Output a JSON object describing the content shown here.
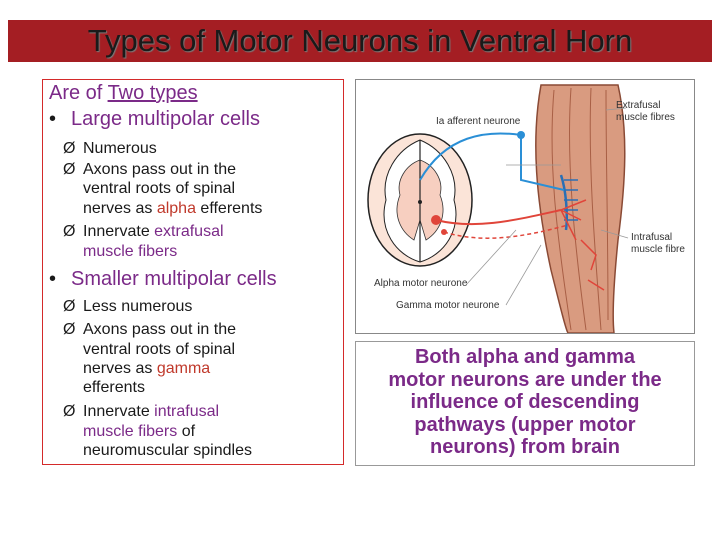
{
  "title": "Types of Motor Neurons in Ventral Horn",
  "left": {
    "intro_prefix": "Are of ",
    "intro_emph": "Two types",
    "b1_kw": "Large",
    "b1_rest": " multipolar cells",
    "b1_sub": {
      "numerous": "Numerous",
      "axons_l1": "Axons pass out in the",
      "axons_l2": "ventral roots of spinal",
      "axons_l3a": "nerves as ",
      "axons_l3b": "alpha",
      "axons_l3c": " efferents",
      "inn_a": "Innervate ",
      "inn_b": "extrafusal",
      "inn_c": "muscle fibers"
    },
    "b2_kw": "Smaller",
    "b2_rest": " multipolar cells",
    "b2_sub": {
      "less": "Less numerous",
      "axons_l1": "Axons pass out in the",
      "axons_l2": "ventral roots of spinal",
      "axons_l3a": "nerves as ",
      "axons_l3b": "gamma",
      "axons_l4": "efferents",
      "inn_a": "Innervate ",
      "inn_b": "intrafusal",
      "inn_c1": "muscle fibers",
      "inn_c2": " of",
      "inn_d": "neuromuscular spindles"
    }
  },
  "figure": {
    "label_afferent": "Ia afferent neurone",
    "label_extrafusal_1": "Extrafusal",
    "label_extrafusal_2": "muscle fibres",
    "label_intrafusal_1": "Intrafusal",
    "label_intrafusal_2": "muscle fibre",
    "label_alpha": "Alpha motor neurone",
    "label_gamma": "Gamma motor neurone"
  },
  "caption": "Both alpha and gamma\nmotor neurons are under the\ninfluence of descending\npathways (upper motor\nneurons) from brain",
  "colors": {
    "title_bar": "#a41e23",
    "purple": "#7b2a88",
    "red": "#c0392b",
    "box_border": "#d42a2a"
  },
  "icons": {
    "bullet": "•",
    "arrow": "Ø"
  }
}
